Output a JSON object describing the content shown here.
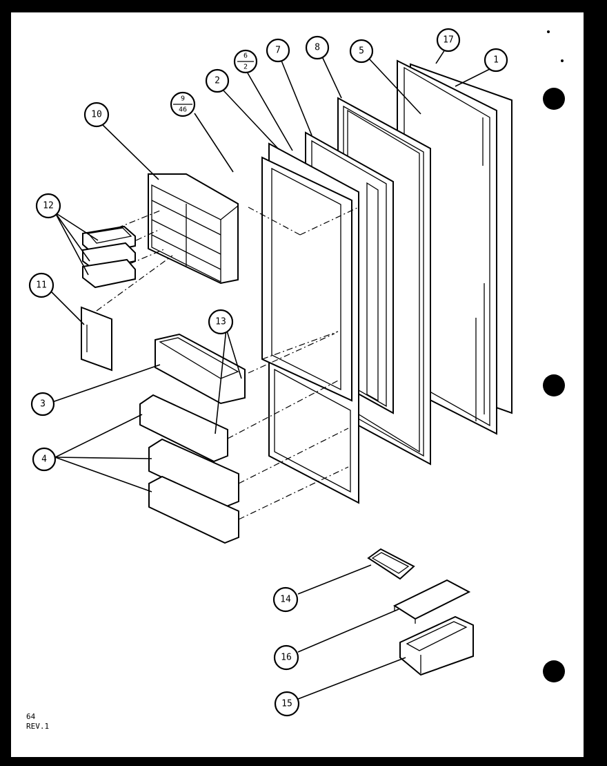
{
  "callouts": [
    {
      "id": "c1",
      "label": "1"
    },
    {
      "id": "c2",
      "label": "2"
    },
    {
      "id": "c3",
      "label": "3"
    },
    {
      "id": "c4",
      "label": "4"
    },
    {
      "id": "c5",
      "label": "5"
    },
    {
      "id": "c6",
      "label_top": "6",
      "label_bottom": "2"
    },
    {
      "id": "c7",
      "label": "7"
    },
    {
      "id": "c8",
      "label": "8"
    },
    {
      "id": "c9",
      "label_top": "9",
      "label_bottom": "46"
    },
    {
      "id": "c10",
      "label": "10"
    },
    {
      "id": "c11",
      "label": "11"
    },
    {
      "id": "c12",
      "label": "12"
    },
    {
      "id": "c13",
      "label": "13"
    },
    {
      "id": "c14",
      "label": "14"
    },
    {
      "id": "c15",
      "label": "15"
    },
    {
      "id": "c16",
      "label": "16"
    },
    {
      "id": "c17",
      "label": "17"
    }
  ],
  "footer": {
    "page": "64",
    "revision": "REV.1"
  }
}
